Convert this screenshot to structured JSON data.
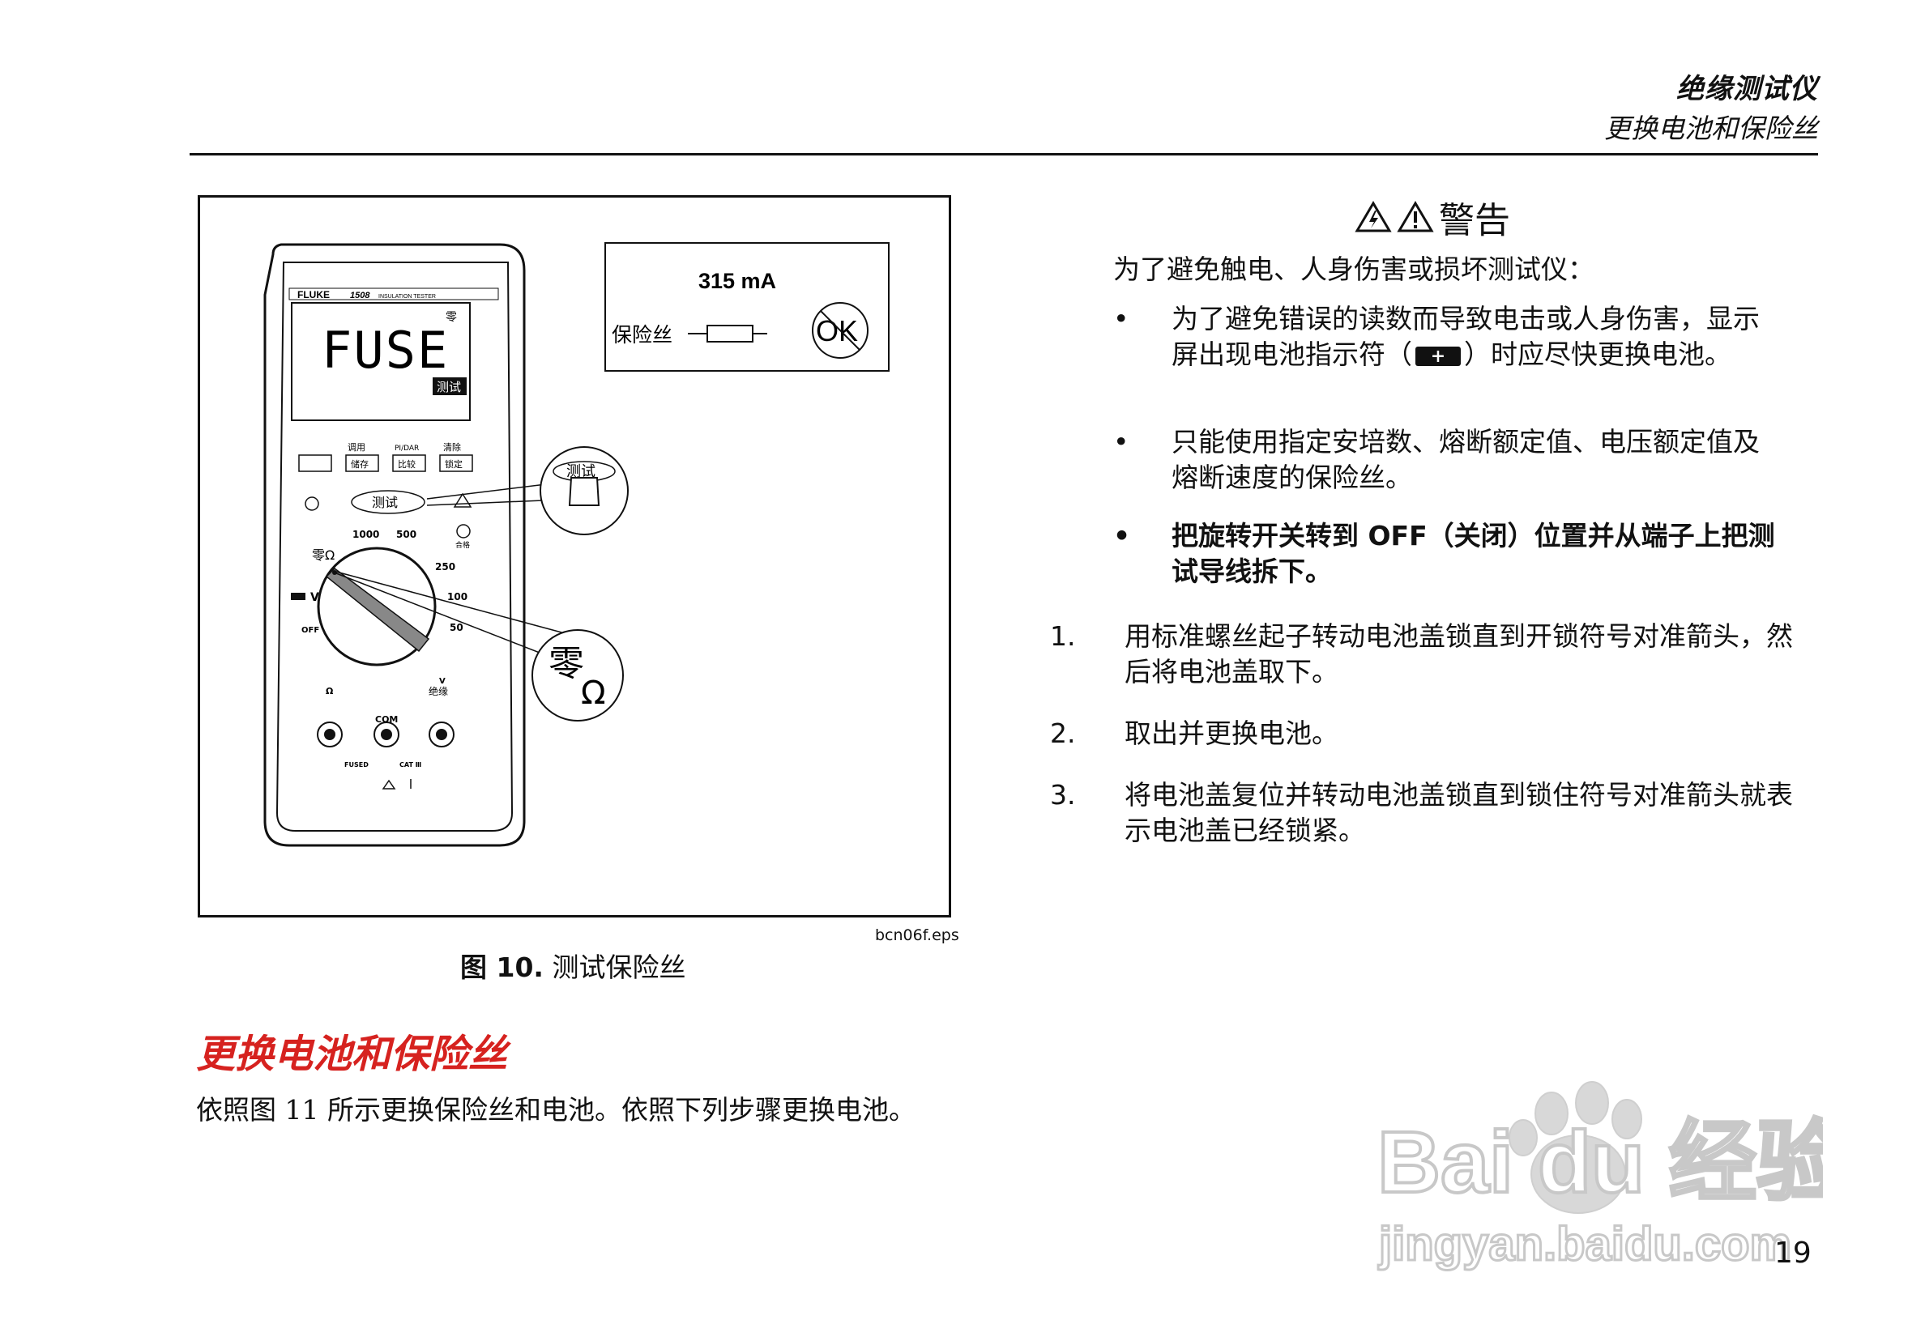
{
  "header": {
    "title": "绝缘测试仪",
    "subtitle": "更换电池和保险丝"
  },
  "figure": {
    "device": {
      "brand": "FLUKE",
      "model": "1508",
      "model_desc": "INSULATION TESTER",
      "display_text": "FUSE",
      "display_zero": "零",
      "display_test_badge": "测试",
      "btn_top_labels": [
        "调用",
        "PI/DAR",
        "清除"
      ],
      "btn_labels": [
        "储存",
        "比较",
        "锁定"
      ],
      "test_button": "测试",
      "dial_labels": {
        "v1000": "1000",
        "v500": "500",
        "v250": "250",
        "v100": "100",
        "v50": "50",
        "volt_unit": "V",
        "zero_ohm": "零Ω",
        "batt_v": "V",
        "off": "OFF",
        "pass": "合格"
      },
      "terminals": {
        "ohm": "Ω",
        "com": "COM",
        "v_insul_top": "V",
        "v_insul": "绝缘",
        "fused": "FUSED",
        "cat": "CAT Ⅲ"
      }
    },
    "inset": {
      "current": "315 mA",
      "fuse_label": "保险丝",
      "ok": "OK"
    },
    "callout_test": "测试",
    "callout_zero": "零",
    "callout_ohm": "Ω",
    "filename": "bcn06f.eps",
    "caption_prefix": "图 10.",
    "caption_text": "测试保险丝"
  },
  "section": {
    "title": "更换电池和保险丝",
    "intro": "依照图 11 所示更换保险丝和电池。依照下列步骤更换电池。"
  },
  "warning": {
    "heading": "警告",
    "intro": "为了避免触电、人身伤害或损坏测试仪：",
    "bullets": [
      {
        "text_a": "为了避免错误的读数而导致电击或人身伤害，显示屏出现电池指示符（",
        "icon": "battery-icon",
        "text_b": "）时应尽快更换电池。"
      },
      {
        "text": "只能使用指定安培数、熔断额定值、电压额定值及熔断速度的保险丝。"
      },
      {
        "text": "把旋转开关转到 OFF（关闭）位置并从端子上把测试导线拆下。"
      }
    ],
    "bullet_symbol": "•"
  },
  "steps": [
    {
      "num": "1.",
      "text": "用标准螺丝起子转动电池盖锁直到开锁符号对准箭头，然后将电池盖取下。"
    },
    {
      "num": "2.",
      "text": "取出并更换电池。"
    },
    {
      "num": "3.",
      "text": "将电池盖复位并转动电池盖锁直到锁住符号对准箭头就表示电池盖已经锁紧。"
    }
  ],
  "page_number": "19",
  "watermark": {
    "brand": "Bai du 经验",
    "url": "jingyan.baidu.com"
  },
  "colors": {
    "section_title": "#d6221f",
    "text": "#111111",
    "watermark": "#cfcfcf"
  }
}
